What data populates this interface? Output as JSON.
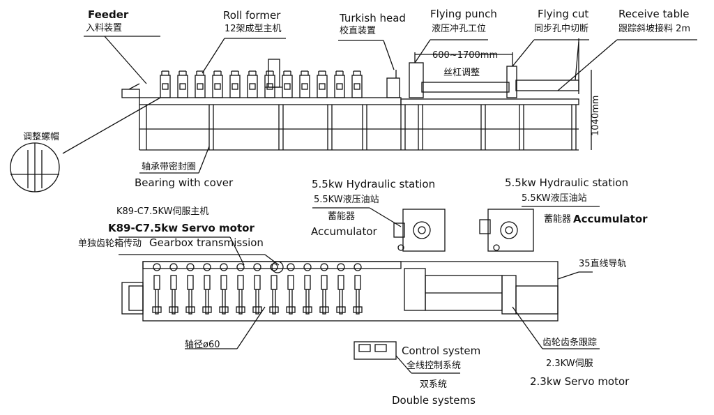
{
  "labels": {
    "feeder_en": "Feeder",
    "feeder_cn": "入料装置",
    "roll_former_en": "Roll former",
    "roll_former_cn": "12架成型主机",
    "turkish_head_en": "Turkish head",
    "turkish_head_cn": "校直装置",
    "flying_punch_en": "Flying punch",
    "flying_punch_cn": "液压冲孔工位",
    "flying_cut_en": "Flying cut",
    "flying_cut_cn": "同步孔中切断",
    "receive_table_en": "Receive table",
    "receive_table_cn": "跟踪斜坡接料  2m",
    "punch_range": "600~1700mm",
    "screw_adjust_cn": "丝杠调整",
    "height_dim": "1040mm",
    "adjust_nut_cn": "调整螺帽",
    "bearing_cn": "轴承带密封圈",
    "bearing_en": "Bearing with cover",
    "hyd1_en": "5.5kw Hydraulic station",
    "hyd1_cn": "5.5KW液压油站",
    "acc1_cn": "蓄能器",
    "acc1_en": "Accumulator",
    "hyd2_en": "5.5kw Hydraulic station",
    "hyd2_cn": "5.5KW液压油站",
    "acc2_cn": "蓄能器",
    "acc2_en": "Accumulator",
    "servo_main_cn": "K89-C7.5KW伺服主机",
    "servo_main_en": "K89-C7.5kw Servo motor",
    "gearbox_cn": "单独齿轮箱传动",
    "gearbox_en": "Gearbox transmission",
    "rail_cn": "35直线导轨",
    "shaft_cn": "轴径ø60",
    "control_en": "Control system",
    "control_cn": "全线控制系统",
    "double_cn": "双系统",
    "double_en": "Double systems",
    "rack_cn": "齿轮齿条跟踪",
    "servo_small_cn": "2.3KW伺服",
    "servo_small_en": "2.3kw Servo motor"
  }
}
